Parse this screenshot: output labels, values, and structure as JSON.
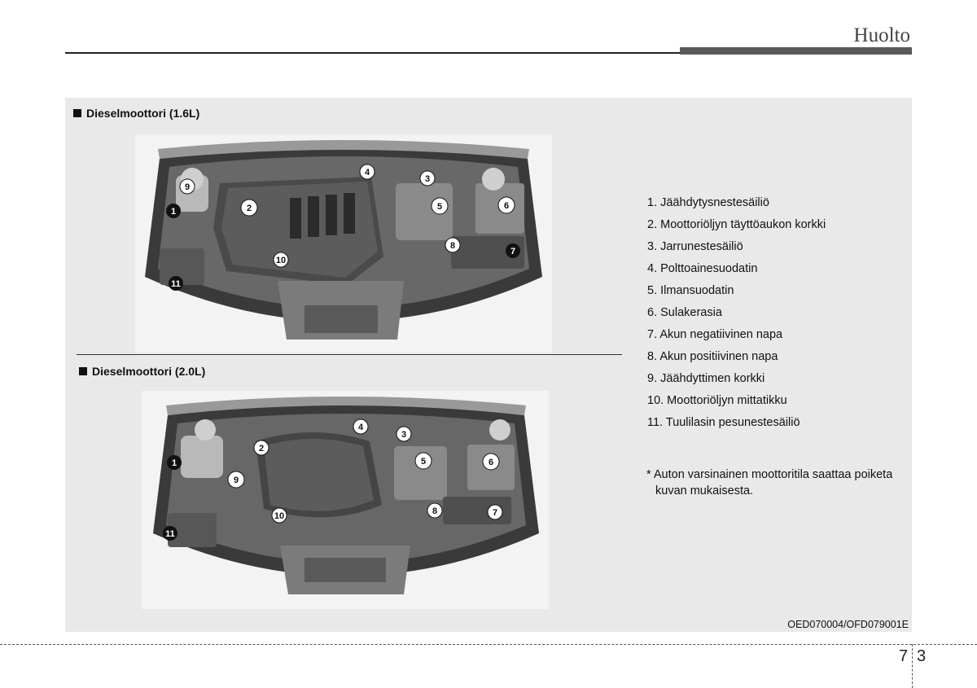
{
  "header": {
    "title": "Huolto"
  },
  "sections": {
    "engine_16": {
      "label": "Dieselmoottori (1.6L)"
    },
    "engine_20": {
      "label": "Dieselmoottori (2.0L)"
    }
  },
  "legend": [
    "1. Jäähdytysnestesäiliö",
    "2. Moottoriöljyn täyttöaukon korkki",
    "3. Jarrunestesäiliö",
    "4. Polttoainesuodatin",
    "5. Ilmansuodatin",
    "6. Sulakerasia",
    "7. Akun negatiivinen napa",
    "8. Akun positiivinen napa",
    "9. Jäähdyttimen korkki",
    "10. Moottoriöljyn mittatikku",
    "11. Tuulilasin pesunestesäiliö"
  ],
  "footnote": "* Auton varsinainen moottoritila saattaa poiketa kuvan mukaisesta.",
  "image_code": "OED070004/OFD079001E",
  "page": {
    "chapter": "7",
    "number": "3"
  },
  "callouts": {
    "engine_16": [
      "1",
      "2",
      "3",
      "4",
      "5",
      "6",
      "7",
      "8",
      "9",
      "10",
      "11"
    ],
    "engine_20": [
      "1",
      "2",
      "3",
      "4",
      "5",
      "6",
      "7",
      "8",
      "9",
      "10",
      "11"
    ]
  }
}
